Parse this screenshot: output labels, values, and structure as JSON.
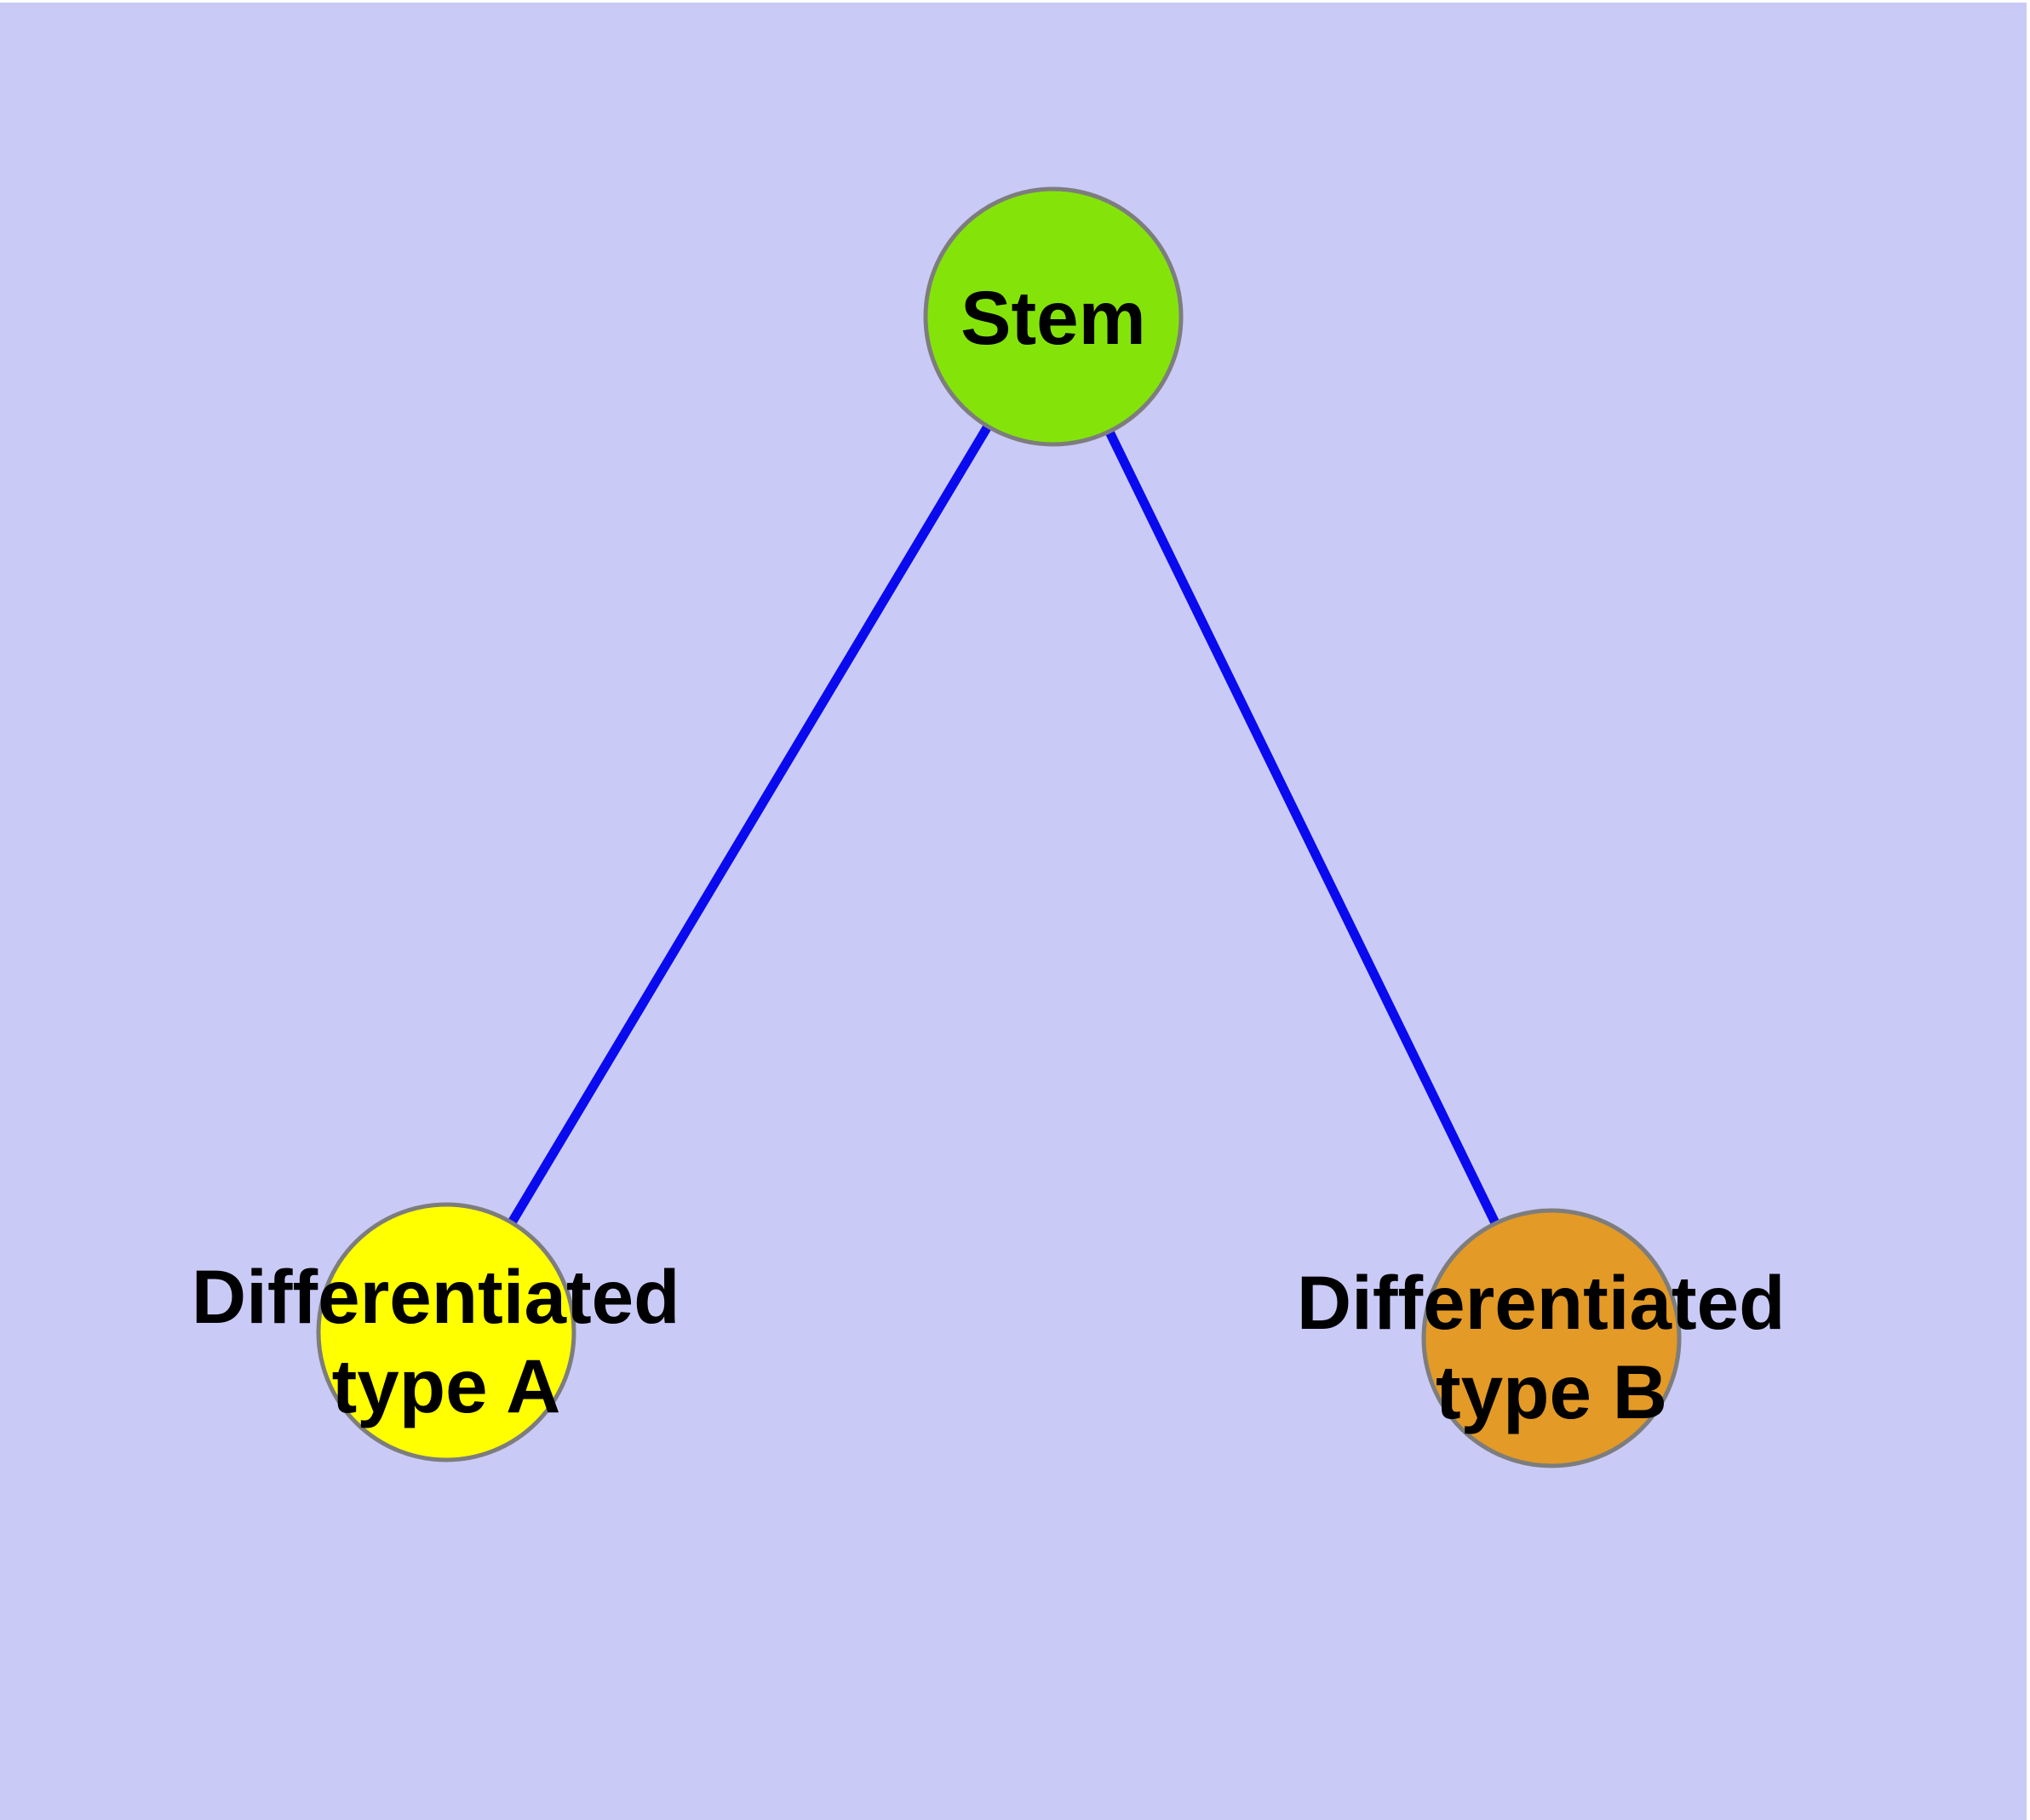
{
  "figure": {
    "background_color": "#cacaf7",
    "frame_color": "#ffffff"
  },
  "graph": {
    "edge_color": "#0a0aee",
    "node_border_color": "#7d7d7d",
    "label_color": "#000000",
    "nodes": [
      {
        "id": "stem",
        "label": "Stem",
        "fill": "#84e40a"
      },
      {
        "id": "differentiated-type-a",
        "label": "Differentiated type A",
        "label_line1": "Differentiated",
        "label_line2": "type A",
        "fill": "#ffff00"
      },
      {
        "id": "differentiated-type-b",
        "label": "Differentiated type B",
        "label_line1": "Differentiated",
        "label_line2": "type B",
        "fill": "#e39a26"
      }
    ],
    "edges": [
      {
        "from": "Stem",
        "to": "Differentiated type A"
      },
      {
        "from": "Stem",
        "to": "Differentiated type B"
      }
    ]
  }
}
